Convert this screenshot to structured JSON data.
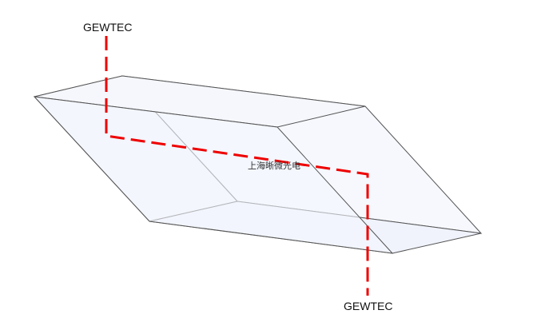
{
  "labels": {
    "top_beam": "GEWTEC",
    "bottom_beam": "GEWTEC",
    "watermark": "上海晰微光电"
  },
  "colors": {
    "prism_fill": "#f4f6fd",
    "prism_edge": "#444444",
    "beam": "#ee0000"
  }
}
